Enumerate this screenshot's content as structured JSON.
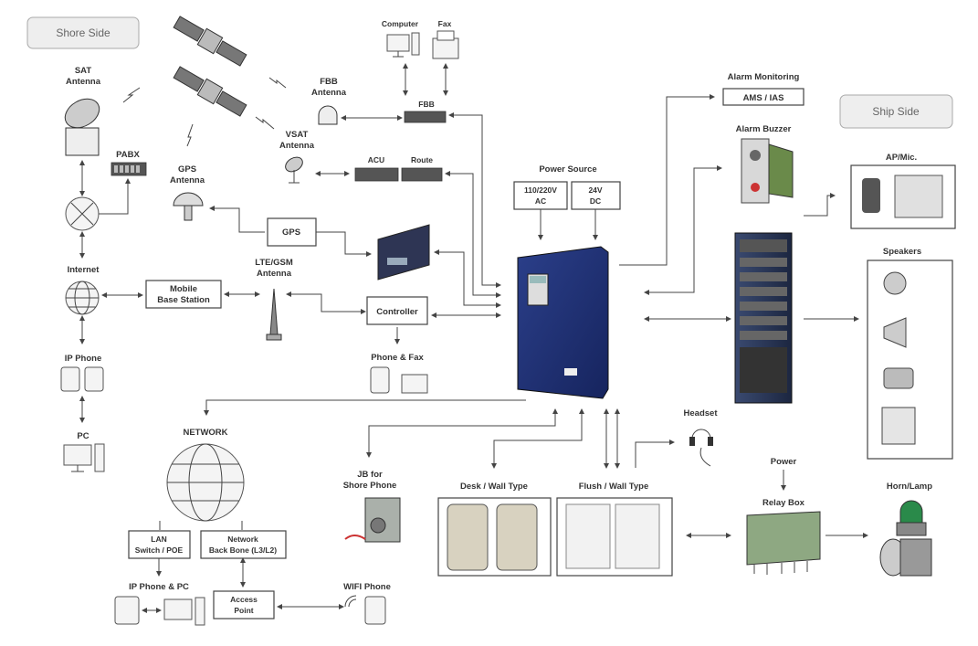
{
  "sides": {
    "shore": "Shore Side",
    "ship": "Ship Side"
  },
  "shore": {
    "sat_antenna": [
      "SAT",
      "Antenna"
    ],
    "pabx": "PABX",
    "gps_antenna": [
      "GPS",
      "Antenna"
    ],
    "fbb_antenna": [
      "FBB",
      "Antenna"
    ],
    "vsat_antenna": [
      "VSAT",
      "Antenna"
    ],
    "internet": "Internet",
    "mobile_base_station": [
      "Mobile",
      "Base Station"
    ],
    "lte_antenna": [
      "LTE/GSM",
      "Antenna"
    ],
    "ip_phone": "IP Phone",
    "pc": "PC",
    "network": "NETWORK",
    "lan_switch": [
      "LAN",
      "Switch / POE"
    ],
    "backbone": [
      "Network",
      "Back Bone (L3/L2)"
    ],
    "ip_phone_pc": "IP Phone & PC",
    "access_point": [
      "Access",
      "Point"
    ],
    "wifi_phone": "WIFI Phone"
  },
  "center": {
    "computer": "Computer",
    "fax": "Fax",
    "fbb": "FBB",
    "acu": "ACU",
    "router": "Route",
    "gps": "GPS",
    "controller": "Controller",
    "phone_fax": "Phone & Fax",
    "power_source": "Power Source",
    "ac": [
      "110/220V",
      "AC"
    ],
    "dc": [
      "24V",
      "DC"
    ],
    "jb_shore": [
      "JB for",
      "Shore Phone"
    ],
    "headset": "Headset",
    "desk_wall": "Desk / Wall Type",
    "flush_wall": "Flush / Wall Type"
  },
  "ship": {
    "alarm_monitoring": "Alarm Monitoring",
    "ams_ias": "AMS / IAS",
    "alarm_buzzer": "Alarm Buzzer",
    "ap_mic": "AP/Mic.",
    "speakers": "Speakers",
    "power": "Power",
    "relay_box": "Relay Box",
    "horn_lamp": "Horn/Lamp"
  }
}
